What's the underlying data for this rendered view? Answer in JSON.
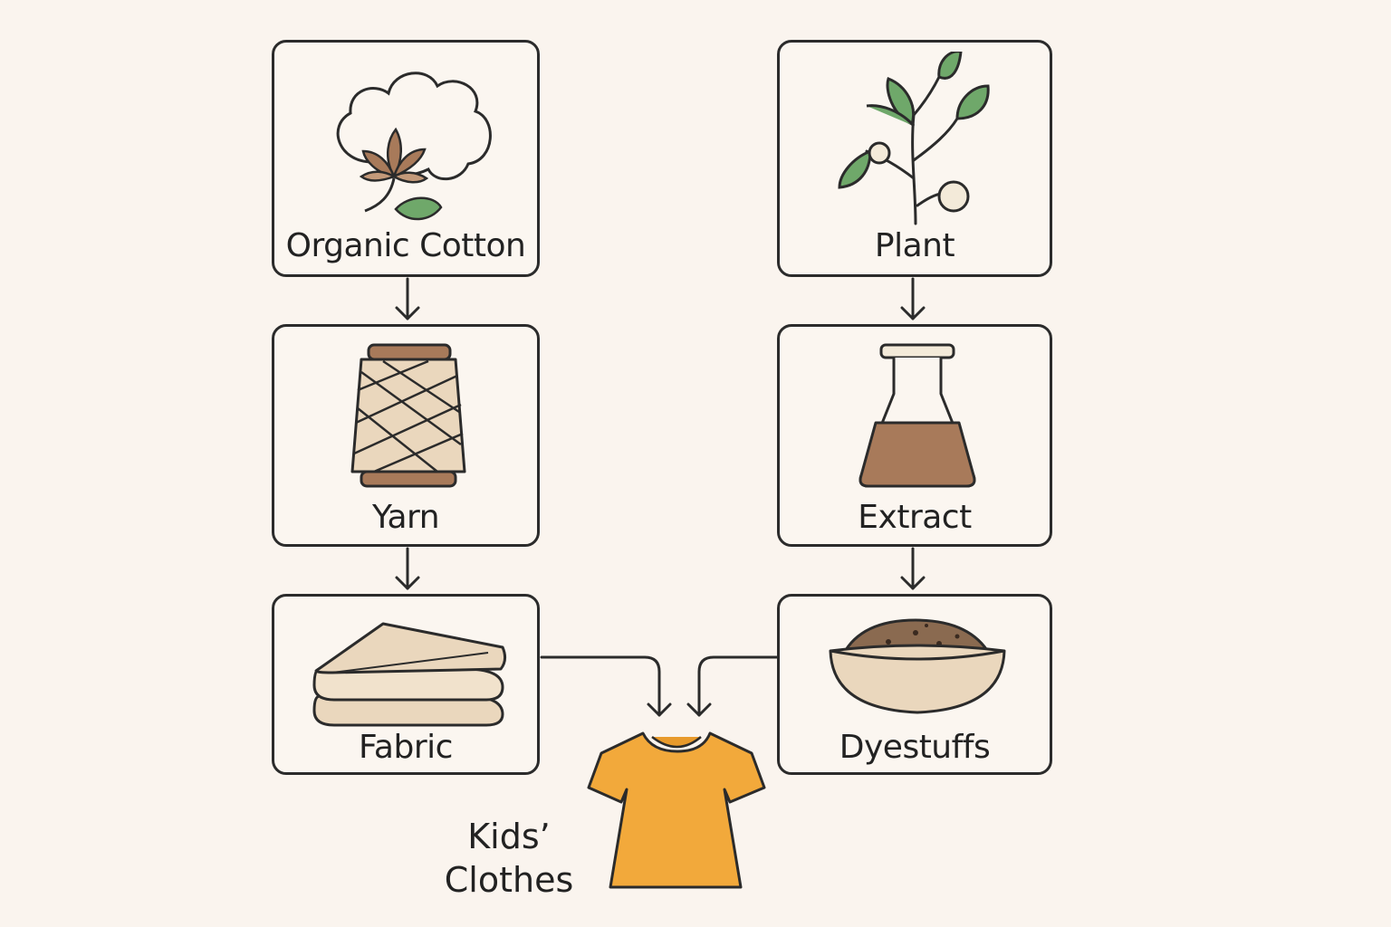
{
  "nodes": {
    "cotton": {
      "label": "Organic Cotton",
      "icon": "cotton-boll-icon"
    },
    "yarn": {
      "label": "Yarn",
      "icon": "yarn-spool-icon"
    },
    "fabric": {
      "label": "Fabric",
      "icon": "folded-fabric-icon"
    },
    "plant": {
      "label": "Plant",
      "icon": "plant-icon"
    },
    "extract": {
      "label": "Extract",
      "icon": "flask-icon"
    },
    "dyestuffs": {
      "label": "Dyestuffs",
      "icon": "dye-bowl-icon"
    }
  },
  "final": {
    "line1": "Kids’",
    "line2": "Clothes",
    "icon": "shirt-icon"
  },
  "colors": {
    "background": "#faf4ee",
    "outline": "#2b2b2b",
    "leaf_green": "#6fa86a",
    "brown": "#a87a5a",
    "beige": "#ead7bd",
    "shirt": "#f2a93b"
  }
}
